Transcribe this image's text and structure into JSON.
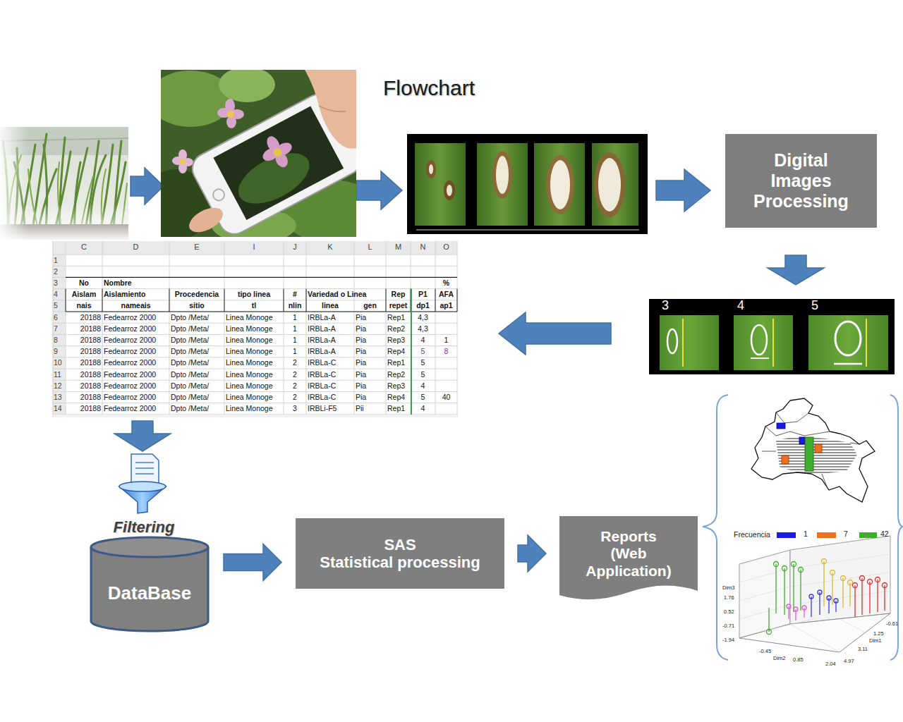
{
  "diagram": {
    "title": "Flowchart",
    "nodes": [
      {
        "text": [
          "Digital Images Processing"
        ]
      },
      {
        "text": [
          "Filtering"
        ]
      },
      {
        "text": [
          "DataBase"
        ]
      },
      {
        "text": [
          "SAS",
          "Statistical processing"
        ]
      },
      {
        "text": [
          "Reports (Web Application)"
        ]
      }
    ],
    "edges": [
      {
        "from": 2,
        "to": 3,
        "arrow": "to"
      },
      {
        "from": 3,
        "to": 4,
        "arrow": "to"
      }
    ],
    "labels": [
      "3",
      "4",
      "5",
      "C",
      "D",
      "E",
      "I",
      "J",
      "K",
      "L",
      "M",
      "N",
      "O",
      "1",
      "2",
      "3",
      "4",
      "5",
      "6",
      "7",
      "8",
      "9",
      "10",
      "11",
      "12",
      "13",
      "14",
      "No",
      "Nombre",
      "%",
      "Aislam",
      "Aislamiento",
      "Procedencia",
      "tipo linea",
      "#",
      "Variedad o Linea",
      "Rep",
      "P1",
      "AFA",
      "nais",
      "nameais",
      "sitio",
      "tl",
      "nlin",
      "linea",
      "gen",
      "repet",
      "dp1",
      "ap1",
      "20188",
      "Fedearroz 2000",
      "Dpto /Meta/",
      "Linea Monoge",
      "1",
      "IRBLa-A",
      "Pia",
      "Rep1",
      "4,3",
      "20188",
      "Fedearroz 2000",
      "Dpto /Meta/",
      "Linea Monoge",
      "1",
      "IRBLa-A",
      "Pia",
      "Rep2",
      "4,3",
      "20188",
      "Fedearroz 2000",
      "Dpto /Meta/",
      "Linea Monoge",
      "1",
      "IRBLa-A",
      "Pia",
      "Rep3",
      "4",
      "1",
      "20188",
      "Fedearroz 2000",
      "Dpto /Meta/",
      "Linea Monoge",
      "1",
      "IRBLa-A",
      "Pia",
      "Rep4",
      "5",
      "8",
      "20188",
      "Fedearroz 2000",
      "Dpto /Meta/",
      "Linea Monoge",
      "2",
      "IRBLa-C",
      "Pia",
      "Rep1",
      "5",
      "20188",
      "Fedearroz 2000",
      "Dpto /Meta/",
      "Linea Monoge",
      "2",
      "IRBLa-C",
      "Pia",
      "Rep2",
      "5",
      "20188",
      "Fedearroz 2000",
      "Dpto /Meta/",
      "Linea Monoge",
      "2",
      "IRBLa-C",
      "Pia",
      "Rep3",
      "4",
      "20188",
      "Fedearroz 2000",
      "Dpto /Meta/",
      "Linea Monoge",
      "2",
      "IRBLa-C",
      "Pia",
      "Rep4",
      "5",
      "40",
      "20188",
      "Fedearroz 2000",
      "Dpto /Meta/",
      "Linea Monoge",
      "3",
      "IRBLi-F5",
      "Pii",
      "Rep1",
      "4",
      "Frecuencia",
      "Dim3",
      "1.76",
      "0.52",
      "-0.71",
      "-1.94",
      "-0.45",
      "Dim2",
      "0.85",
      "2.04",
      "4.97",
      "Dim1",
      "-0.61",
      "1.25",
      "3.11"
    ],
    "legend": [
      {
        "text": "1",
        "color": "#1a1ae6"
      },
      {
        "text": "7",
        "color": "#f07020"
      },
      {
        "text": "42",
        "color": "#3fae2e"
      }
    ]
  }
}
